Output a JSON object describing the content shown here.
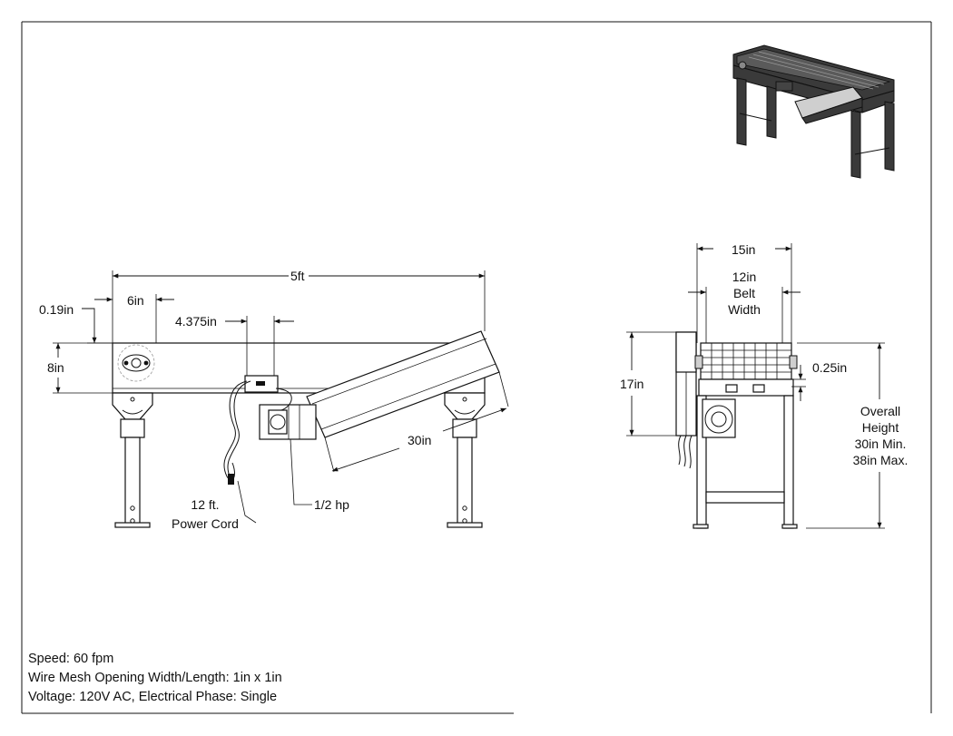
{
  "dimensions": {
    "length": "5ft",
    "offset_6": "6in",
    "offset_0_19": "0.19in",
    "offset_4_375": "4.375in",
    "frame_8": "8in",
    "hopper_30": "30in",
    "cord_line1": "12 ft.",
    "cord_line2": "Power Cord",
    "motor": "1/2 hp",
    "width_15": "15in",
    "belt_line1": "12in",
    "belt_line2": "Belt",
    "belt_line3": "Width",
    "belt_offset": "0.25in",
    "height_17": "17in",
    "overall_line1": "Overall",
    "overall_line2": "Height",
    "overall_line3": "30in Min.",
    "overall_line4": "38in Max."
  },
  "specs": {
    "speed": "Speed: 60 fpm",
    "mesh": "Wire Mesh Opening Width/Length: 1in x 1in",
    "voltage": "Voltage: 120V AC, Electrical Phase: Single"
  }
}
